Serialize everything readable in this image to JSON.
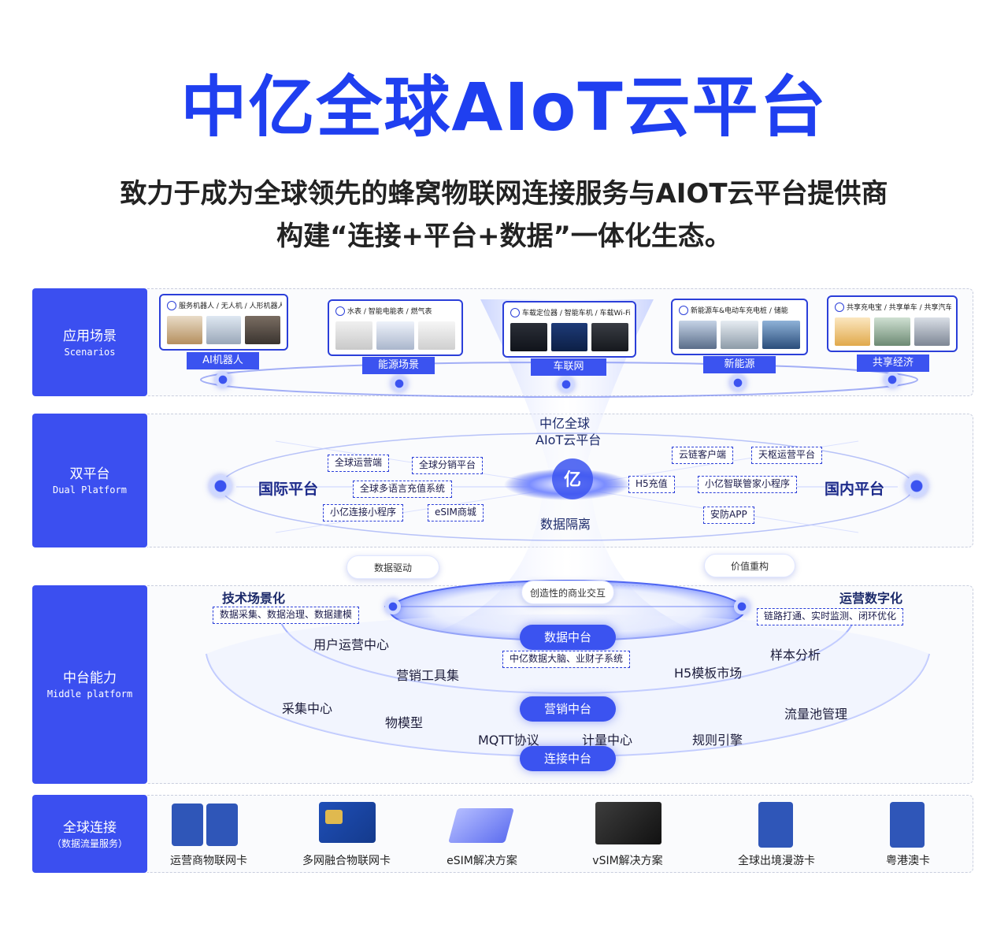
{
  "title": "中亿全球AIoT云平台",
  "subtitle_line1": "致力于成为全球领先的蜂窝物联网连接服务与AIOT云平台提供商",
  "subtitle_line2": "构建“连接+平台+数据”一体化生态。",
  "rows": {
    "scenarios": {
      "cn": "应用场景",
      "en": "Scenarios"
    },
    "dual": {
      "cn": "双平台",
      "en": "Dual Platform"
    },
    "middle": {
      "cn": "中台能力",
      "en": "Middle platform"
    },
    "connect": {
      "cn": "全球连接",
      "en": "（数据流量服务）"
    }
  },
  "scenes": [
    {
      "title": "服务机器人 / 无人机 / 人形机器人",
      "tag": "AI机器人"
    },
    {
      "title": "水表 / 智能电能表 / 燃气表",
      "tag": "能源场景"
    },
    {
      "title": "车载定位器 / 智能车机 / 车载Wi-Fi",
      "tag": "车联网"
    },
    {
      "title": "新能源车&电动车充电桩 / 储能",
      "tag": "新能源"
    },
    {
      "title": "共享充电宝 / 共享单车 / 共享汽车",
      "tag": "共享经济"
    }
  ],
  "dual_platform": {
    "center_top_line1": "中亿全球",
    "center_top_line2": "AIoT云平台",
    "center_bottom": "数据隔离",
    "intl": "国际平台",
    "domestic": "国内平台",
    "intl_tags": [
      "全球运营端",
      "全球分销平台",
      "全球多语言充值系统",
      "小亿连接小程序",
      "eSIM商城"
    ],
    "dom_tags": [
      "云链客户端",
      "天枢运营平台",
      "H5充值",
      "小亿智联管家小程序",
      "安防APP"
    ]
  },
  "middle_platform": {
    "data_driven": "数据驱动",
    "value_rebuild": "价值重构",
    "creative": "创造性的商业交互",
    "tech_scene": "技术场景化",
    "tech_scene_desc": "数据采集、数据治理、数据建模",
    "ops_digital": "运营数字化",
    "ops_digital_desc": "链路打通、实时监测、闭环优化",
    "data_center": "数据中台",
    "data_center_desc": "中亿数据大脑、业财子系统",
    "marketing_center": "营销中台",
    "connect_center": "连接中台",
    "items": {
      "user_ops": "用户运营中心",
      "sample": "样本分析",
      "mkt_tools": "营销工具集",
      "h5": "H5模板市场",
      "collect": "采集中心",
      "flow_pool": "流量池管理",
      "thing_model": "物模型",
      "mqtt": "MQTT协议",
      "billing": "计量中心",
      "rules": "规则引擎"
    }
  },
  "products": [
    "运营商物联网卡",
    "多网融合物联网卡",
    "eSIM解决方案",
    "vSIM解决方案",
    "全球出境漫游卡",
    "粤港澳卡"
  ],
  "colors": {
    "primary": "#1f3ff0",
    "label_bg": "#3b4ff0",
    "tag": "#3b53f0"
  }
}
